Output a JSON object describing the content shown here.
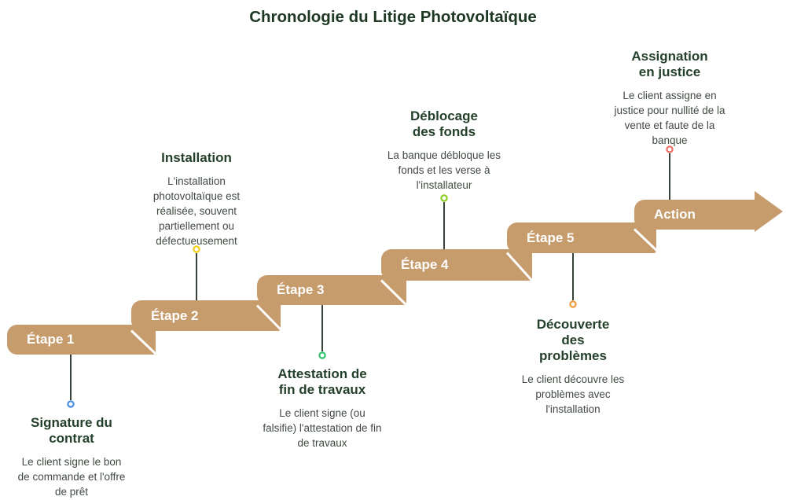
{
  "title": "Chronologie du Litige Photovoltaïque",
  "colors": {
    "banner": "#C69C6D",
    "banner_text": "#FFFFFF",
    "title_text": "#1E3823",
    "heading_text": "#24402A",
    "description_text": "#424A42",
    "connector_line": "#232D23"
  },
  "steps": [
    {
      "banner": "Étape 1",
      "heading": "Signature du contrat",
      "description": "Le client signe le bon de commande et l'offre de prêt",
      "dot_color": "#4A90E2",
      "note_side": "below"
    },
    {
      "banner": "Étape 2",
      "heading": "Installation",
      "description": "L'installation photovoltaïque est réalisée, souvent partiellement ou défectueusement",
      "dot_color": "#F1D115",
      "note_side": "above"
    },
    {
      "banner": "Étape 3",
      "heading": "Attestation de fin de travaux",
      "description": "Le client signe (ou falsifie) l'attestation de fin de travaux",
      "dot_color": "#32C46F",
      "note_side": "below"
    },
    {
      "banner": "Étape 4",
      "heading": "Déblocage des fonds",
      "description": "La banque débloque les fonds et les verse à l'installateur",
      "dot_color": "#8BCE21",
      "note_side": "above"
    },
    {
      "banner": "Étape 5",
      "heading": "Découverte des problèmes",
      "description": "Le client découvre les problèmes avec l'installation",
      "dot_color": "#F29A3E",
      "note_side": "below"
    },
    {
      "banner": "Action",
      "heading": "Assignation en justice",
      "description": "Le client assigne en justice pour nullité de la vente et faute de la banque",
      "dot_color": "#EC6B64",
      "note_side": "above"
    }
  ]
}
